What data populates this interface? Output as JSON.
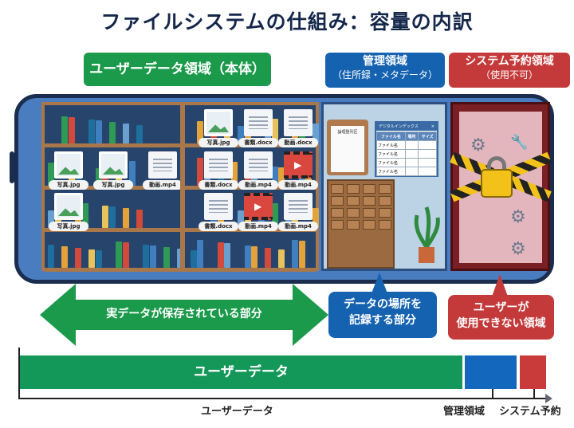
{
  "title": "ファイルシステムの仕組み：容量の内訳",
  "labels": {
    "user": "ユーザーデータ領域（本体）",
    "mgmt": {
      "line1": "管理領域",
      "line2": "（住所録・メタデータ）"
    },
    "sys": {
      "line1": "システム予約領域",
      "line2": "（使用不可）"
    }
  },
  "files": [
    {
      "name": "写真.jpg",
      "type": "img"
    },
    {
      "name": "書類.docx",
      "type": "doc"
    },
    {
      "name": "動画.docx",
      "type": "doc"
    },
    {
      "name": "写真.jpg",
      "type": "img"
    },
    {
      "name": "写真.jpg",
      "type": "img"
    },
    {
      "name": "動画.mp4",
      "type": "doc"
    },
    {
      "name": "書類.docx",
      "type": "doc"
    },
    {
      "name": "動画.mp4",
      "type": "doc"
    },
    {
      "name": "動画.mp4",
      "type": "vid"
    },
    {
      "name": "写真.jpg",
      "type": "img"
    },
    {
      "name": "書類.docx",
      "type": "doc"
    },
    {
      "name": "動画.mp4",
      "type": "vid"
    },
    {
      "name": "動画.mp4",
      "type": "doc"
    }
  ],
  "clipboard_title": "論理整列区",
  "index_window": {
    "title": "デジタルインデックス",
    "close": "×",
    "headers": [
      "ファイル名",
      "場所",
      "サイズ"
    ],
    "rows": [
      "ファイル名",
      "ファイル名",
      "ファイル名",
      "ファイル名"
    ]
  },
  "arrow_text": "実データが保存されている部分",
  "callouts": {
    "mgmt": {
      "line1": "データの場所を",
      "line2": "記録する部分"
    },
    "sys": {
      "line1": "ユーザーが",
      "line2": "使用できない領域"
    }
  },
  "chart_data": {
    "type": "bar",
    "orientation": "horizontal-stacked",
    "categories": [
      "ユーザーデータ",
      "管理領域",
      "システム予約"
    ],
    "values": [
      0.85,
      0.1,
      0.05
    ],
    "bar_label": "ユーザーデータ",
    "colors": [
      "#14985a",
      "#1368bd",
      "#c93a3a"
    ]
  }
}
